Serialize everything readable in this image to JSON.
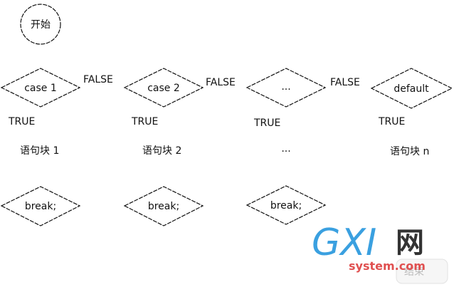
{
  "start": {
    "label": "开始"
  },
  "decisions": [
    {
      "label": "case 1",
      "false_label": "FALSE",
      "true_label": "TRUE",
      "statement": "语句块 1",
      "break_label": "break;"
    },
    {
      "label": "case 2",
      "false_label": "FALSE",
      "true_label": "TRUE",
      "statement": "语句块 2",
      "break_label": "break;"
    },
    {
      "label": "...",
      "false_label": "FALSE",
      "true_label": "TRUE",
      "statement": "...",
      "break_label": "break;"
    },
    {
      "label": "default",
      "true_label": "TRUE",
      "statement": "语句块 n"
    }
  ],
  "end": {
    "label": "结束"
  },
  "watermark": {
    "letters": "GXI",
    "net": "网",
    "url": "system.com"
  }
}
